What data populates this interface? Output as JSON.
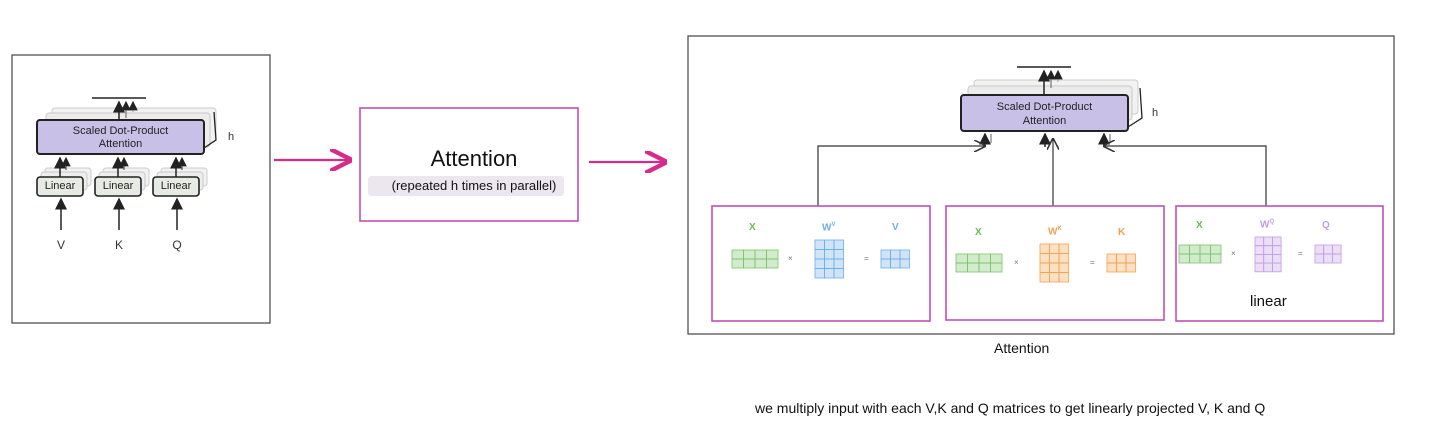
{
  "left_diagram": {
    "sdpa_label_line1": "Scaled Dot-Product",
    "sdpa_label_line2": "Attention",
    "h_label": "h",
    "linear_labels": [
      "Linear",
      "Linear",
      "Linear"
    ],
    "inputs": [
      "V",
      "K",
      "Q"
    ]
  },
  "middle_box": {
    "title": "Attention",
    "subtitle": "(repeated h times in parallel)"
  },
  "right_diagram": {
    "sdpa_label_line1": "Scaled Dot-Product",
    "sdpa_label_line2": "Attention",
    "h_label": "h",
    "caption": "Attention",
    "panels": [
      {
        "x_label": "X",
        "w_label": "W",
        "w_sup": "V",
        "out_label": "V",
        "times": "×",
        "equals": "="
      },
      {
        "x_label": "X",
        "w_label": "W",
        "w_sup": "K",
        "out_label": "K",
        "times": "×",
        "equals": "="
      },
      {
        "x_label": "X",
        "w_label": "W",
        "w_sup": "Q",
        "out_label": "Q",
        "times": "×",
        "equals": "=",
        "note": "linear"
      }
    ]
  },
  "footer_note": "we multiply input with each V,K and Q matrices to get linearly projected V, K and Q",
  "colors": {
    "magenta": "#d62b8a",
    "panel_border": "#c14fb5",
    "sdpa_fill": "#c8c0e6",
    "green": "#7cc46a",
    "blue": "#6faee8",
    "orange": "#f2a34d",
    "purple": "#c49be6"
  }
}
